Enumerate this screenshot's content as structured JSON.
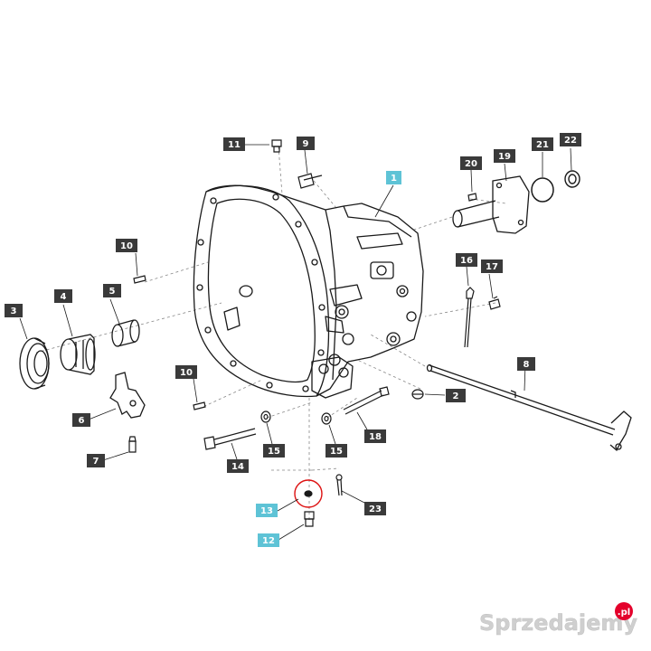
{
  "diagram": {
    "callouts": [
      "1",
      "2",
      "3",
      "4",
      "5",
      "6",
      "7",
      "8",
      "9",
      "10",
      "10",
      "11",
      "12",
      "13",
      "14",
      "15",
      "15",
      "16",
      "17",
      "18",
      "19",
      "20",
      "21",
      "22",
      "23"
    ],
    "highlighted_callouts": [
      "1",
      "12",
      "13"
    ],
    "colors": {
      "label_bg": "#3a3a3a",
      "label_text": "#ffffff",
      "highlight_bg": "#5ec3d6",
      "line": "#1a1a1a",
      "leader": "#888888"
    }
  },
  "watermark": {
    "text_main": "Sprzedajemy",
    "text_badge": ".pl"
  }
}
